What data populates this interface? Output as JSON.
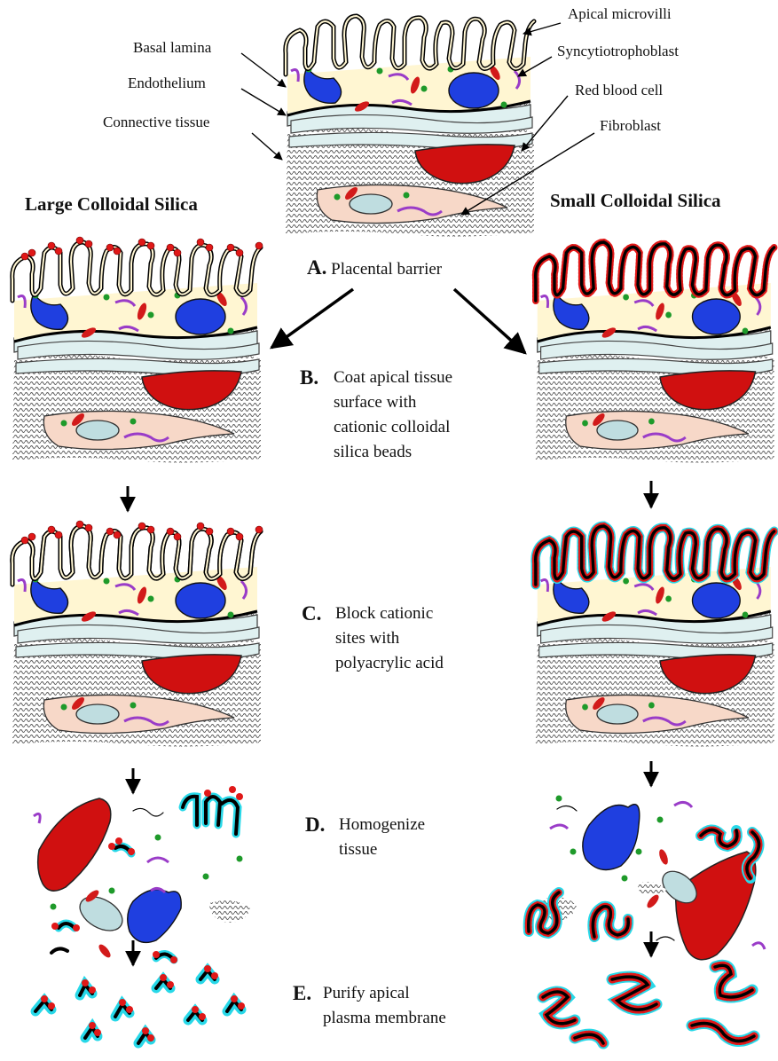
{
  "labels": {
    "apical_microvilli": "Apical microvilli",
    "syncytiotrophoblast": "Syncytiotrophoblast",
    "red_blood_cell": "Red blood cell",
    "fibroblast": "Fibroblast",
    "basal_lamina": "Basal lamina",
    "endothelium": "Endothelium",
    "connective_tissue": "Connective tissue"
  },
  "columns": {
    "left_title": "Large Colloidal Silica",
    "right_title": "Small Colloidal Silica"
  },
  "steps": [
    {
      "letter": "A.",
      "text": "Placental barrier"
    },
    {
      "letter": "B.",
      "text": "Coat apical tissue\nsurface with\ncationic colloidal\nsilica beads"
    },
    {
      "letter": "C.",
      "text": "Block cationic\nsites with\npolyacrylic acid"
    },
    {
      "letter": "D.",
      "text": "Homogenize\ntissue"
    },
    {
      "letter": "E.",
      "text": "Purify apical\nplasma membrane"
    }
  ],
  "colors": {
    "cytoplasm": "#fff6d2",
    "nucleus": "#1f3fe0",
    "red_blood_cell": "#d01010",
    "fibroblast": "#f7d8c8",
    "fibroblast_nucleus": "#bfdde0",
    "endothelium": "#dff0f0",
    "connective_tissue": "#c8c8c8",
    "silica_bead": "#e01818",
    "polyacrylic_coat": "#28d8e8",
    "mitochondria": "#d21a1a",
    "vesicle": "#9a3cc8",
    "granule": "#1e9a2a"
  },
  "icons": [
    "arrow-down-icon",
    "arrow-diagonal-icon"
  ]
}
